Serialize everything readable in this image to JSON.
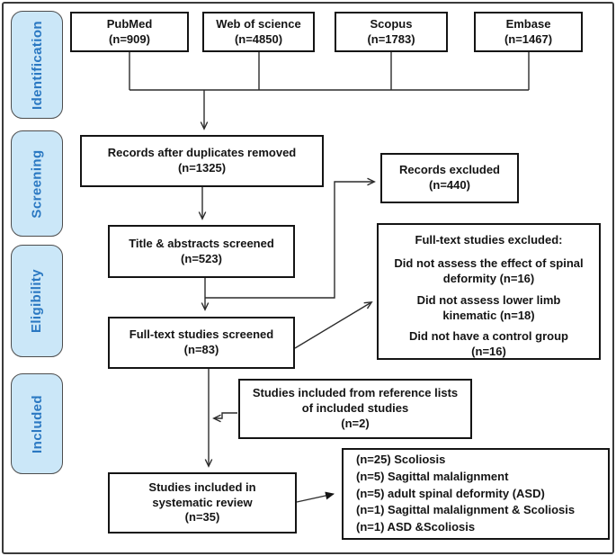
{
  "figure": {
    "stages": [
      {
        "label": "Identification"
      },
      {
        "label": "Screening"
      },
      {
        "label": "Eligibility"
      },
      {
        "label": "Included"
      }
    ],
    "sources": [
      {
        "name": "PubMed",
        "count": "(n=909)"
      },
      {
        "name": "Web of science",
        "count": "(n=4850)"
      },
      {
        "name": "Scopus",
        "count": "(n=1783)"
      },
      {
        "name": "Embase",
        "count": "(n=1467)"
      }
    ],
    "boxes": {
      "duplicates_removed": {
        "text": "Records after duplicates removed",
        "count": "(n=1325)"
      },
      "records_excluded": {
        "text": "Records excluded",
        "count": "(n=440)"
      },
      "title_abstracts": {
        "text": "Title & abstracts screened",
        "count": "(n=523)"
      },
      "fulltext_screened": {
        "text": "Full-text studies screened",
        "count": "(n=83)"
      },
      "fulltext_excluded": {
        "title": "Full-text studies excluded:",
        "reasons": [
          "Did not assess the effect of spinal deformity (n=16)",
          "Did not assess lower limb kinematic (n=18)",
          "Did not have a control group (n=16)"
        ]
      },
      "reference_lists": {
        "text": "Studies included from reference lists of included studies",
        "count": "(n=2)"
      },
      "systematic_review": {
        "text": "Studies included in systematic review",
        "count": "(n=35)"
      },
      "results": {
        "items": [
          "(n=25) Scoliosis",
          "(n=5) Sagittal malalignment",
          "(n=5) adult spinal deformity (ASD)",
          "(n=1) Sagittal malalignment & Scoliosis",
          "(n=1) ASD &Scoliosis"
        ]
      }
    },
    "colors": {
      "stage_fill": "#cbe7f8",
      "stage_text": "#2a78c2",
      "box_border": "#141414",
      "line": "#2c2c2c"
    }
  }
}
